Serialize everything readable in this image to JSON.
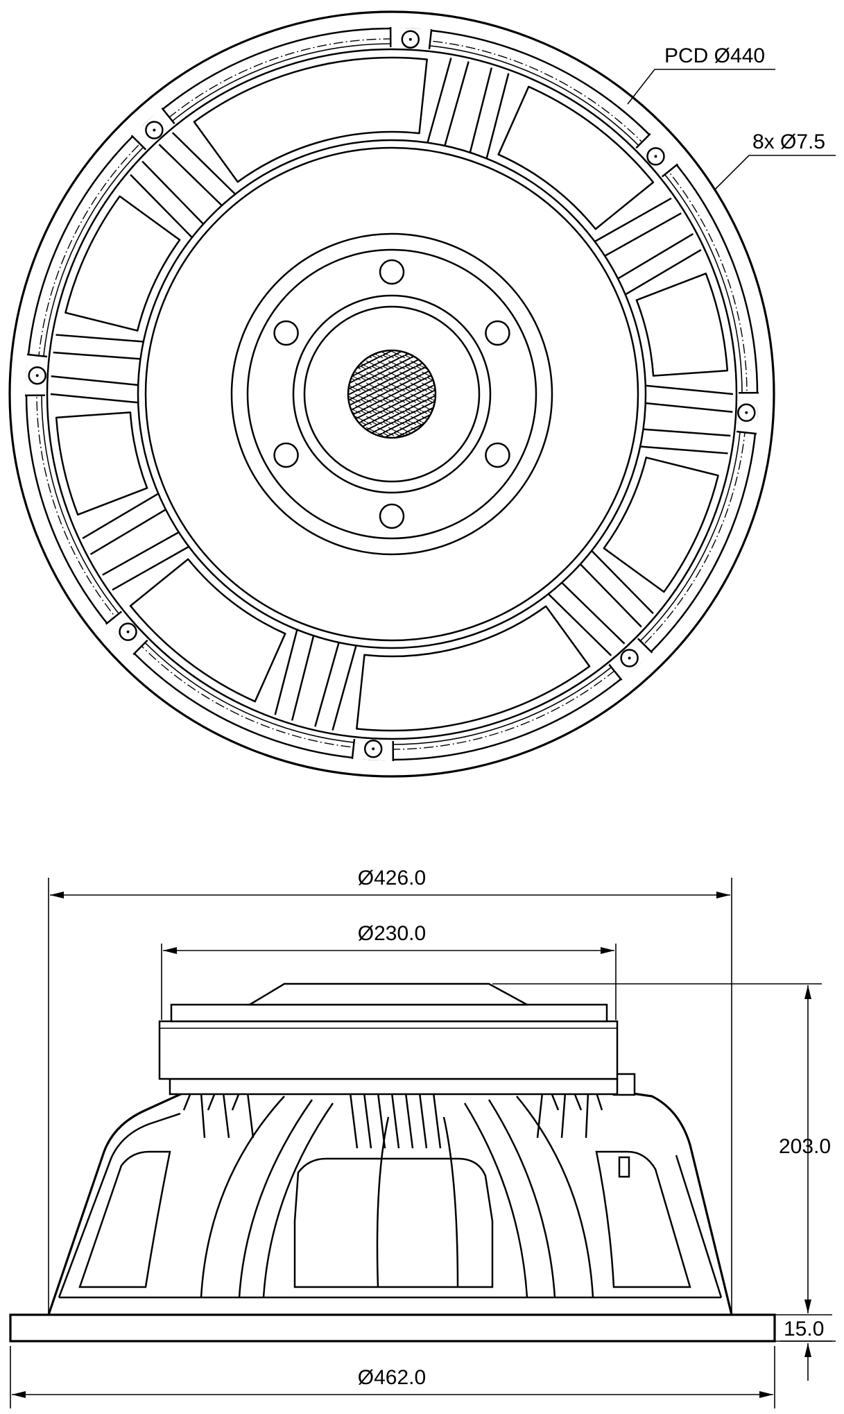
{
  "front_view": {
    "labels": {
      "pcd": "PCD Ø440",
      "holes": "8x Ø7.5"
    }
  },
  "side_view": {
    "dimensions": {
      "frame_diameter": "Ø426.0",
      "magnet_diameter": "Ø230.0",
      "depth": "203.0",
      "flange_thickness": "15.0",
      "outer_diameter": "Ø462.0"
    }
  },
  "colors": {
    "line": "#000000",
    "background": "#ffffff"
  }
}
